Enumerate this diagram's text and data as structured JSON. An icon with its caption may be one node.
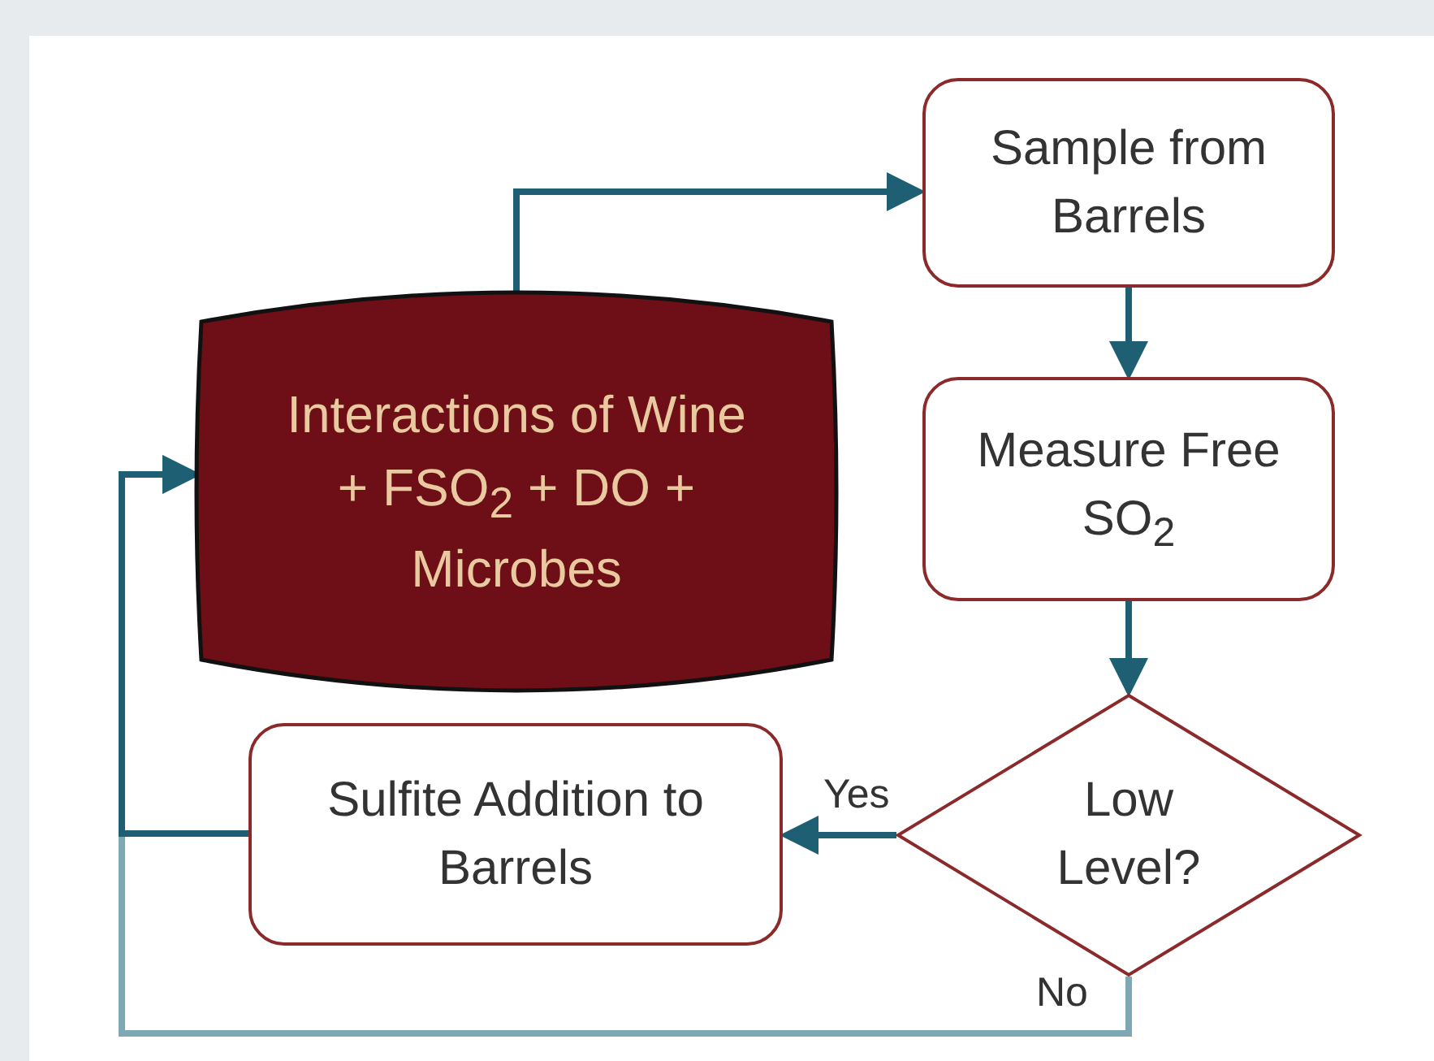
{
  "diagram": {
    "nodes": [
      {
        "text": [
          "Interactions of Wine + FSO$_{2}$ + DO + Microbes"
        ]
      },
      {
        "text": [
          "Sample from Barrels"
        ]
      },
      {
        "text": [
          "Measure Free SO$_{2}$"
        ]
      },
      {
        "text": [
          "Low Level?"
        ]
      },
      {
        "text": [
          "Sulfite Addition to Barrels"
        ]
      }
    ],
    "edges": [
      {
        "from": 0,
        "to": 1,
        "arrow": "to"
      },
      {
        "from": 1,
        "to": 2,
        "arrow": "to"
      },
      {
        "from": 2,
        "to": 3,
        "arrow": "to"
      },
      {
        "from": 3,
        "to": 4,
        "arrow": "to",
        "label": "Yes"
      },
      {
        "from": 4,
        "to": 0,
        "arrow": "to"
      },
      {
        "from": 3,
        "to": 0,
        "arrow": "to",
        "label": "No",
        "color": "#7fa8b5"
      }
    ]
  }
}
